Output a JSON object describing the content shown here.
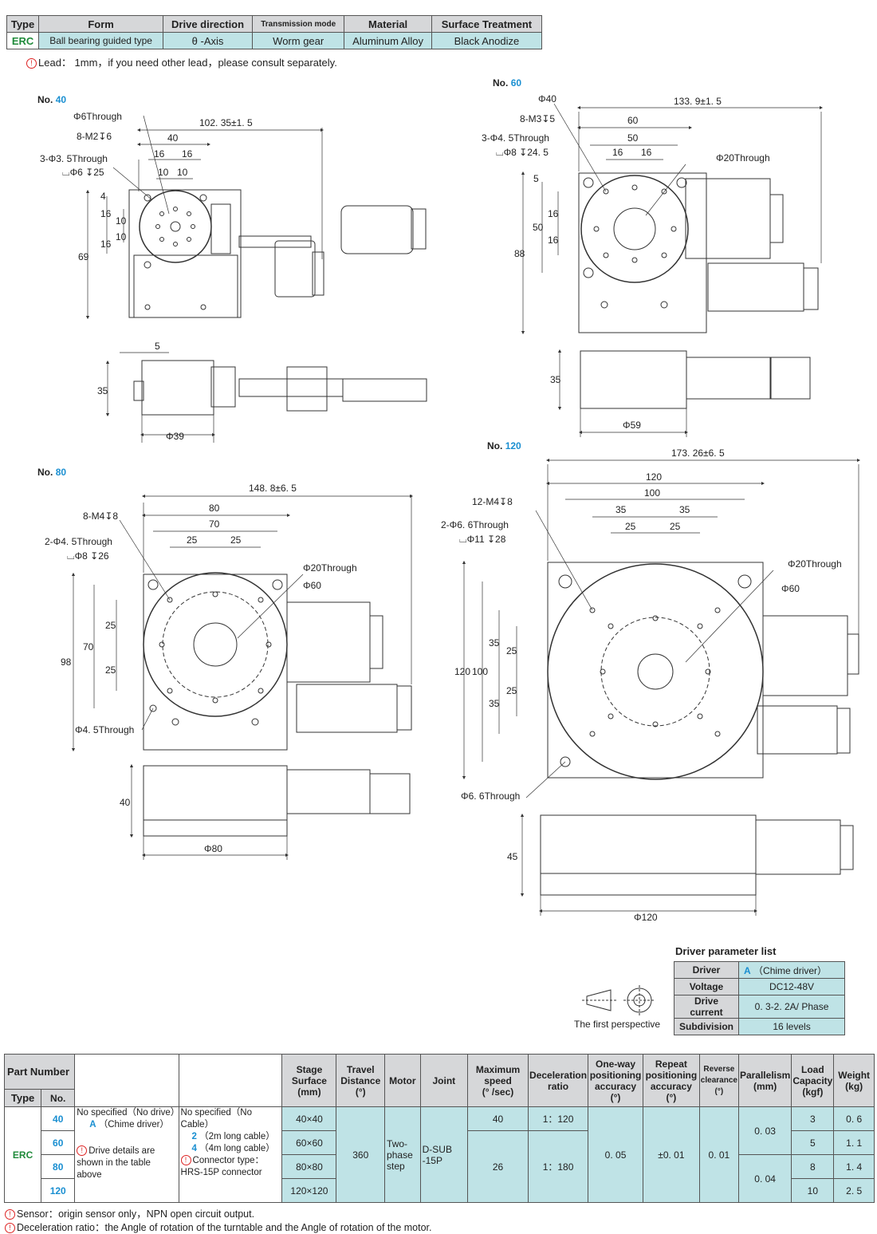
{
  "spec_table": {
    "headers": [
      "Type",
      "Form",
      "Drive direction",
      "Transmission mode",
      "Material",
      "Surface Treatment"
    ],
    "row": [
      "ERC",
      "Ball bearing guided type",
      "θ -Axis",
      "Worm gear",
      "Aluminum Alloy",
      "Black Anodize"
    ]
  },
  "lead_note": "Lead： 1mm，if you need other lead，please consult separately.",
  "drawings": {
    "no40": {
      "prefix": "No.",
      "num": "40",
      "labels": {
        "overall": "102. 35±1. 5",
        "d40": "40",
        "d16a": "16",
        "d16b": "16",
        "d10a": "10",
        "d10b": "10",
        "phi6": "Φ6Through",
        "m2": "8-M2↧6",
        "hole3": "3-Φ3. 5Through",
        "cb": "⌴Φ6 ↧25",
        "v4": "4",
        "v16a": "16",
        "v10a": "10",
        "v10b": "10",
        "v16b": "16",
        "h69": "69",
        "five": "5",
        "h35": "35",
        "phi39": "Φ39"
      }
    },
    "no60": {
      "prefix": "No.",
      "num": "60",
      "labels": {
        "phi40": "Φ40",
        "overall": "133. 9±1. 5",
        "m3": "8-M3↧5",
        "d60": "60",
        "hole3": "3-Φ4. 5Through",
        "d50": "50",
        "cb": "⌴Φ8 ↧24. 5",
        "d16a": "16",
        "d16b": "16",
        "phi20": "Φ20Through",
        "v5": "5",
        "v16a": "16",
        "v50": "50",
        "v16b": "16",
        "h88": "88",
        "h35": "35",
        "phi59": "Φ59"
      }
    },
    "no80": {
      "prefix": "No.",
      "num": "80",
      "labels": {
        "overall": "148. 8±6. 5",
        "d80": "80",
        "m4": "8-M4↧8",
        "d70": "70",
        "hole2": "2-Φ4. 5Through",
        "d25a": "25",
        "d25b": "25",
        "cb": "⌴Φ8 ↧26",
        "phi20": "Φ20Through",
        "phi60": "Φ60",
        "v25a": "25",
        "v70": "70",
        "v25b": "25",
        "h98": "98",
        "phi45": "Φ4. 5Through",
        "h40": "40",
        "phi80": "Φ80"
      }
    },
    "no120": {
      "prefix": "No.",
      "num": "120",
      "labels": {
        "overall": "173. 26±6. 5",
        "d120": "120",
        "d100": "100",
        "m4": "12-M4↧8",
        "d35a": "35",
        "d35b": "35",
        "hole2": "2-Φ6. 6Through",
        "d25a": "25",
        "d25b": "25",
        "cb": "⌴Φ11 ↧28",
        "phi20": "Φ20Through",
        "phi60": "Φ60",
        "v35a": "35",
        "v25a": "25",
        "v100": "100",
        "v120": "120",
        "v35b": "35",
        "v25b": "25",
        "phi66": "Φ6. 6Through",
        "h45": "45",
        "phi120": "Φ120"
      }
    }
  },
  "first_perspective": "The first perspective",
  "driver_params": {
    "title": "Driver parameter list",
    "rows": [
      {
        "key": "Driver",
        "code": "A",
        "value": "（Chime driver）"
      },
      {
        "key": "Voltage",
        "code": "",
        "value": "DC12-48V"
      },
      {
        "key": "Drive current",
        "code": "",
        "value": "0. 3-2. 2A/ Phase"
      },
      {
        "key": "Subdivision",
        "code": "",
        "value": "16  levels"
      }
    ]
  },
  "main_table": {
    "headers": {
      "part_number": "Part Number",
      "type": "Type",
      "no": "No.",
      "stage_surface": "Stage Surface",
      "stage_unit": "(mm)",
      "travel": "Travel Distance",
      "travel_unit": "(°)",
      "motor": "Motor",
      "joint": "Joint",
      "max_speed": "Maximum speed",
      "max_speed_unit": "(° /sec)",
      "decel": "Deceleration ratio",
      "oneway": "One-way positioning accuracy",
      "oneway_unit": "(°)",
      "repeat": "Repeat positioning accuracy",
      "repeat_unit": "(°)",
      "reverse": "Reverse clearance",
      "reverse_unit": "(°)",
      "parallelism": "Parallelism",
      "parallelism_unit": "(mm)",
      "load": "Load Capacity",
      "load_unit": "(kgf)",
      "weight": "Weight",
      "weight_unit": "(kg)"
    },
    "type": "ERC",
    "driver_options": {
      "line1": "No specified（No drive）",
      "code": "A",
      "line2": "（Chime driver）",
      "note": "Drive details are shown in the table above"
    },
    "cable_options": {
      "line1": "No specified（No Cable）",
      "code2": "2",
      "line2": "（2m long cable）",
      "code4": "4",
      "line3": "（4m long cable）",
      "note": "Connector type：HRS-15P connector"
    },
    "travel": "360",
    "motor": "Two-phase step",
    "joint": "D-SUB -15P",
    "oneway": "0. 05",
    "repeat": "±0. 01",
    "reverse": "0. 01",
    "rows": [
      {
        "no": "40",
        "stage": "40×40",
        "speed": "40",
        "decel": "1：120",
        "load": "3",
        "weight": "0. 6"
      },
      {
        "no": "60",
        "stage": "60×60",
        "speed": "",
        "decel": "",
        "load": "5",
        "weight": "1. 1"
      },
      {
        "no": "80",
        "stage": "80×80",
        "speed": "26",
        "decel": "1：180",
        "load": "8",
        "weight": "1. 4"
      },
      {
        "no": "120",
        "stage": "120×120",
        "speed": "",
        "decel": "",
        "load": "10",
        "weight": "2. 5"
      }
    ],
    "parallelism": [
      "0. 03",
      "0. 04"
    ]
  },
  "footnotes": [
    "Sensor：origin sensor only，NPN open circuit output.",
    "Deceleration ratio：the Angle of rotation of the turntable and the Angle of rotation of the motor."
  ],
  "colors": {
    "header_gray": "#d6d7d9",
    "cell_cyan": "#bfe3e6",
    "accent_blue": "#1a8fd1",
    "type_green": "#1f8a3a",
    "note_red": "#d22222"
  }
}
